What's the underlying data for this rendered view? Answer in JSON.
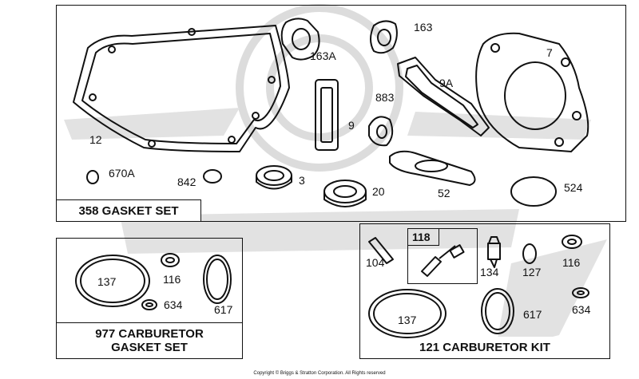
{
  "kits": {
    "gasket_set": {
      "title": "358 GASKET SET",
      "parts": [
        "12",
        "163A",
        "163",
        "7",
        "9A",
        "883",
        "9",
        "670A",
        "842",
        "3",
        "20",
        "52",
        "524"
      ]
    },
    "carb_gasket_set": {
      "title_line1": "977 CARBURETOR",
      "title_line2": "GASKET SET",
      "parts": [
        "137",
        "116",
        "634",
        "617"
      ]
    },
    "carb_kit": {
      "title": "121 CARBURETOR KIT",
      "sub_box": "118",
      "parts": [
        "104",
        "134",
        "127",
        "116",
        "137",
        "617",
        "634"
      ]
    }
  },
  "copyright": "Copyright © Briggs & Stratton Corporation. All Rights reserved",
  "colors": {
    "line": "#111111",
    "watermark": "#d9d9d9"
  }
}
